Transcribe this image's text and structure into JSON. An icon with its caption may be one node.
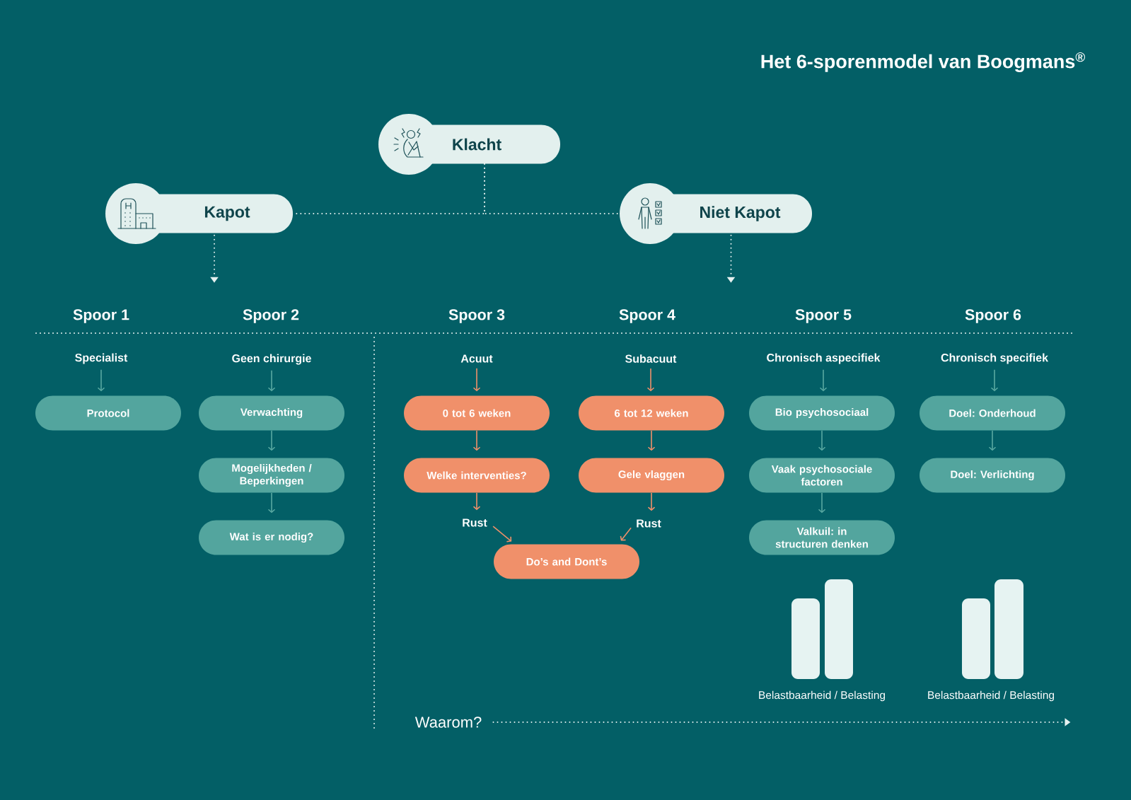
{
  "diagram": {
    "title": "Het 6-sporenmodel van Boogmans$^{®}$",
    "nodes": [
      {
        "text": [
          "Klacht"
        ]
      },
      {
        "text": [
          "Kapot"
        ]
      },
      {
        "text": [
          "Niet Kapot"
        ]
      },
      {
        "text": [
          "Specialist"
        ]
      },
      {
        "text": [
          "Protocol"
        ]
      },
      {
        "text": [
          "Geen chirurgie"
        ]
      },
      {
        "text": [
          "Verwachting"
        ]
      },
      {
        "text": [
          "Mogelijkheden / Beperkingen"
        ]
      },
      {
        "text": [
          "Wat is er nodig?"
        ]
      },
      {
        "text": [
          "Acuut"
        ]
      },
      {
        "text": [
          "0 tot 6 weken"
        ]
      },
      {
        "text": [
          "Welke interventies?"
        ]
      },
      {
        "text": [
          "Rust"
        ]
      },
      {
        "text": [
          "Subacuut"
        ]
      },
      {
        "text": [
          "6 tot 12 weken"
        ]
      },
      {
        "text": [
          "Gele vlaggen"
        ]
      },
      {
        "text": [
          "Rust"
        ]
      },
      {
        "text": [
          "Do’s and Dont’s"
        ]
      },
      {
        "text": [
          "Chronisch aspecifiek"
        ]
      },
      {
        "text": [
          "Bio psychosociaal"
        ]
      },
      {
        "text": [
          "Vaak psychosociale factoren"
        ]
      },
      {
        "text": [
          "Valkuil: in structuren denken"
        ]
      },
      {
        "text": [
          "Chronisch specifiek"
        ]
      },
      {
        "text": [
          "Doel: Onderhoud"
        ]
      },
      {
        "text": [
          "Doel: Verlichting"
        ]
      },
      {
        "text": [
          "Waarom?"
        ]
      }
    ],
    "edges": [
      {
        "from": 0,
        "to": 1,
        "arrow": "none",
        "style": "dashed",
        "color": "#e6f1f0"
      },
      {
        "from": 0,
        "to": 2,
        "arrow": "none",
        "style": "dashed",
        "color": "#e6f1f0"
      },
      {
        "from": 1,
        "to": null,
        "arrow": "to",
        "style": "dashed",
        "color": "#e6f1f0"
      },
      {
        "from": 2,
        "to": null,
        "arrow": "to",
        "style": "dashed",
        "color": "#e6f1f0"
      },
      {
        "from": 3,
        "to": 4,
        "arrow": "to"
      },
      {
        "from": 5,
        "to": 6,
        "arrow": "to"
      },
      {
        "from": 6,
        "to": 7,
        "arrow": "to"
      },
      {
        "from": 7,
        "to": 8,
        "arrow": "to"
      },
      {
        "from": 9,
        "to": 10,
        "arrow": "to",
        "color": "#f0906a"
      },
      {
        "from": 10,
        "to": 11,
        "arrow": "to",
        "color": "#f0906a"
      },
      {
        "from": 11,
        "to": 12,
        "arrow": "to",
        "color": "#f0906a"
      },
      {
        "from": 12,
        "to": 17,
        "arrow": "to",
        "color": "#f0906a"
      },
      {
        "from": 13,
        "to": 14,
        "arrow": "to",
        "color": "#f0906a"
      },
      {
        "from": 14,
        "to": 15,
        "arrow": "to",
        "color": "#f0906a"
      },
      {
        "from": 15,
        "to": 16,
        "arrow": "to",
        "color": "#f0906a"
      },
      {
        "from": 16,
        "to": 17,
        "arrow": "to",
        "color": "#f0906a"
      },
      {
        "from": 18,
        "to": 19,
        "arrow": "to"
      },
      {
        "from": 19,
        "to": 20,
        "arrow": "to"
      },
      {
        "from": 20,
        "to": 21,
        "arrow": "to"
      },
      {
        "from": 22,
        "to": 23,
        "arrow": "to"
      },
      {
        "from": 23,
        "to": 24,
        "arrow": "to"
      },
      {
        "from": 25,
        "to": null,
        "arrow": "to",
        "style": "dashed",
        "color": "#e6f1f0"
      }
    ],
    "labels": [
      "Spoor 1",
      "Spoor 2",
      "Spoor 3",
      "Spoor 4",
      "Spoor 5",
      "Spoor 6",
      "Belastbaarheid / Belasting",
      "Belastbaarheid / Belasting"
    ]
  }
}
